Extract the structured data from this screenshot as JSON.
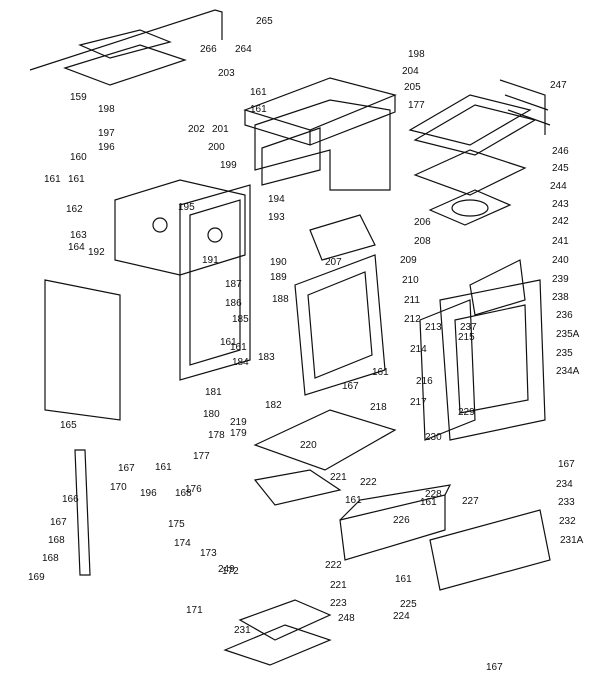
{
  "diagram": {
    "callouts": [
      "265",
      "266",
      "264",
      "198",
      "204",
      "205",
      "203",
      "161",
      "161",
      "177",
      "159",
      "198",
      "202",
      "201",
      "247",
      "246",
      "245",
      "244",
      "243",
      "242",
      "241",
      "240",
      "239",
      "238",
      "236",
      "235A",
      "235",
      "234A",
      "161",
      "197",
      "196",
      "160",
      "161",
      "162",
      "163",
      "164",
      "192",
      "200",
      "199",
      "195",
      "194",
      "193",
      "191",
      "190",
      "189",
      "206",
      "208",
      "207",
      "209",
      "210",
      "211",
      "212",
      "213",
      "237",
      "214",
      "215",
      "216",
      "217",
      "229",
      "230",
      "218",
      "219",
      "220",
      "221",
      "222",
      "228",
      "227",
      "226",
      "225",
      "224",
      "223",
      "222",
      "221",
      "161",
      "187",
      "186",
      "188",
      "185",
      "184",
      "183",
      "182",
      "181",
      "180",
      "179",
      "178",
      "177",
      "176",
      "175",
      "174",
      "173",
      "172",
      "171",
      "170",
      "169",
      "168",
      "167",
      "166",
      "165",
      "168",
      "167",
      "196",
      "161",
      "161",
      "167",
      "168",
      "167",
      "234",
      "233",
      "232",
      "231A",
      "231",
      "248",
      "249",
      "161",
      "161",
      "161",
      "161",
      "167"
    ]
  }
}
